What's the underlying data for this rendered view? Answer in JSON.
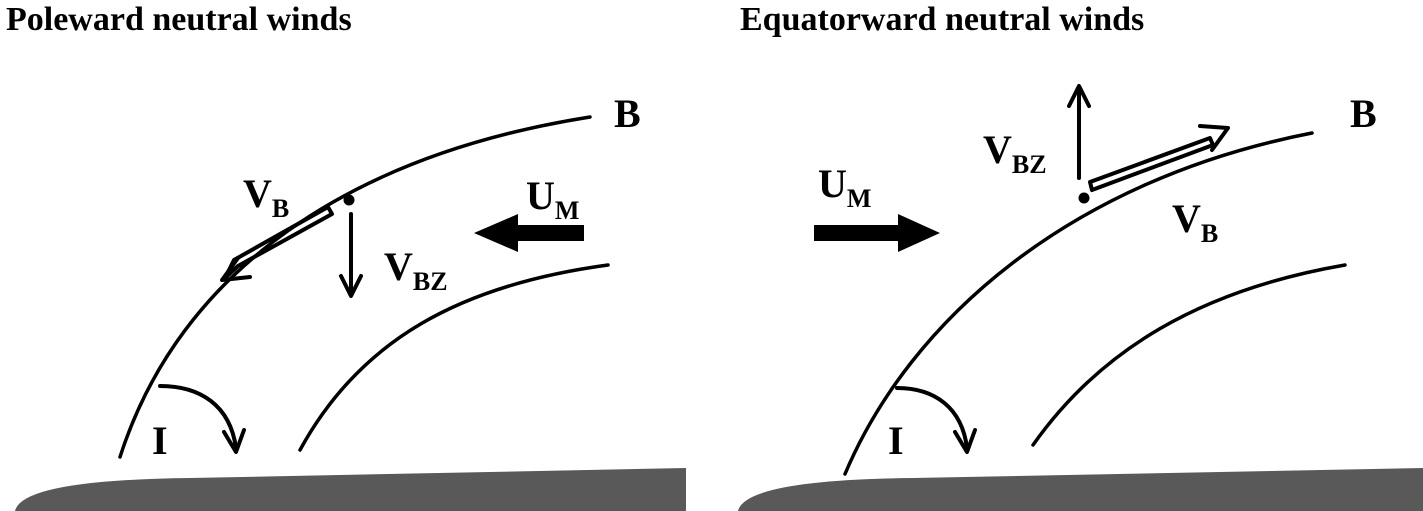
{
  "panels": {
    "left": {
      "title": "Poleward neutral winds",
      "field_line_label": "B",
      "wind_label": {
        "main": "U",
        "sub": "M"
      },
      "along_label": {
        "main": "V",
        "sub": "B"
      },
      "vertical_label": {
        "main": "V",
        "sub": "BZ"
      },
      "inclination_label": "I"
    },
    "right": {
      "title": "Equatorward neutral winds",
      "field_line_label": "B",
      "wind_label": {
        "main": "U",
        "sub": "M"
      },
      "along_label": {
        "main": "V",
        "sub": "B"
      },
      "vertical_label": {
        "main": "V",
        "sub": "BZ"
      },
      "inclination_label": "I"
    }
  },
  "colors": {
    "ground": "#595959",
    "ink": "#000000"
  }
}
